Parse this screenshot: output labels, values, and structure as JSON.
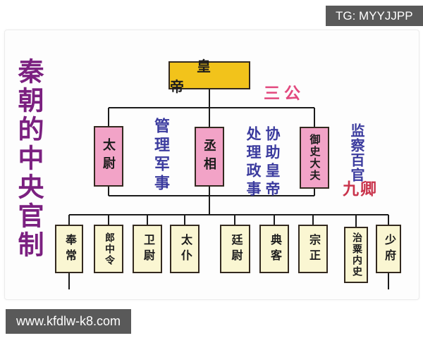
{
  "watermarks": {
    "top_right": "TG: MYYJJPP",
    "bottom_left": "www.kfdlw-k8.com"
  },
  "title": "秦朝的中央官制",
  "diagram": {
    "emperor": {
      "label": "皇帝"
    },
    "tier_labels": {
      "san_gong": "三公",
      "jiu_qing": "九卿"
    },
    "three_lords": [
      {
        "label": "太尉",
        "duty": "管理军事"
      },
      {
        "label": "丞相",
        "duty": "协助皇帝处理政事"
      },
      {
        "label": "御史大夫",
        "duty": "监察百官"
      }
    ],
    "nine_ministers": [
      {
        "label": "奉常"
      },
      {
        "label": "郎中令"
      },
      {
        "label": "卫尉"
      },
      {
        "label": "太仆"
      },
      {
        "label": "廷尉"
      },
      {
        "label": "典客"
      },
      {
        "label": "宗正"
      },
      {
        "label": "治粟内史"
      },
      {
        "label": "少府"
      }
    ]
  },
  "colors": {
    "emperor_box": "#F2C31B",
    "lords_box": "#F2A3C7",
    "ministers_box": "#FAF6D2",
    "box_border": "#33291f",
    "line": "#1b1b1b",
    "title_text": "#7B2080",
    "duty_text": "#3B3B9E",
    "sangong_label": "#E2497E",
    "jiuqing_label": "#C9344C",
    "badge_bg": "#595959",
    "badge_text": "#ffffff"
  }
}
